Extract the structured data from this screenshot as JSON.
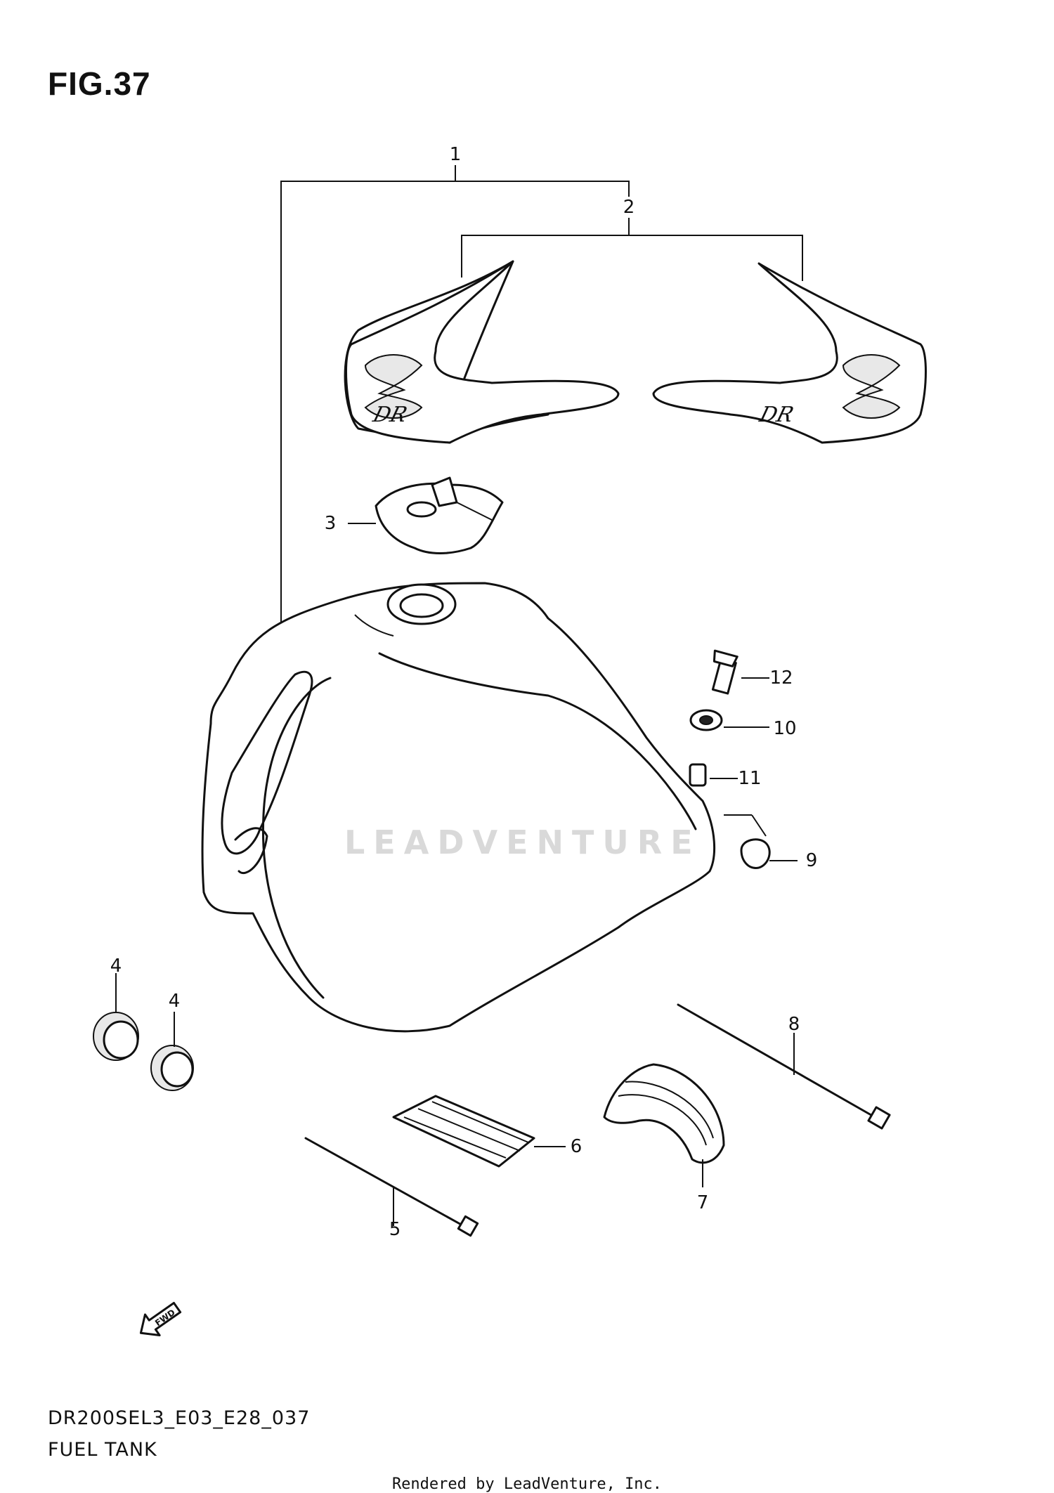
{
  "figure": {
    "title": "FIG.37"
  },
  "parts": [
    {
      "ref": "1"
    },
    {
      "ref": "2"
    },
    {
      "ref": "3"
    },
    {
      "ref": "4"
    },
    {
      "ref": "4"
    },
    {
      "ref": "5"
    },
    {
      "ref": "6"
    },
    {
      "ref": "7"
    },
    {
      "ref": "8"
    },
    {
      "ref": "9"
    },
    {
      "ref": "10"
    },
    {
      "ref": "11"
    },
    {
      "ref": "12"
    }
  ],
  "decal_text": {
    "logo_mark": "S",
    "model_mark": "DR"
  },
  "fwd_arrow": {
    "label": "FWD"
  },
  "footer_info": {
    "diagram_code": "DR200SEL3_E03_E28_037",
    "assembly_name": "FUEL TANK",
    "rendered_by": "Rendered by LeadVenture, Inc."
  },
  "watermark": {
    "text": "LEADVENTURE"
  },
  "colors": {
    "line": "#111111",
    "background": "#ffffff",
    "watermark": "#d9d9d9"
  }
}
